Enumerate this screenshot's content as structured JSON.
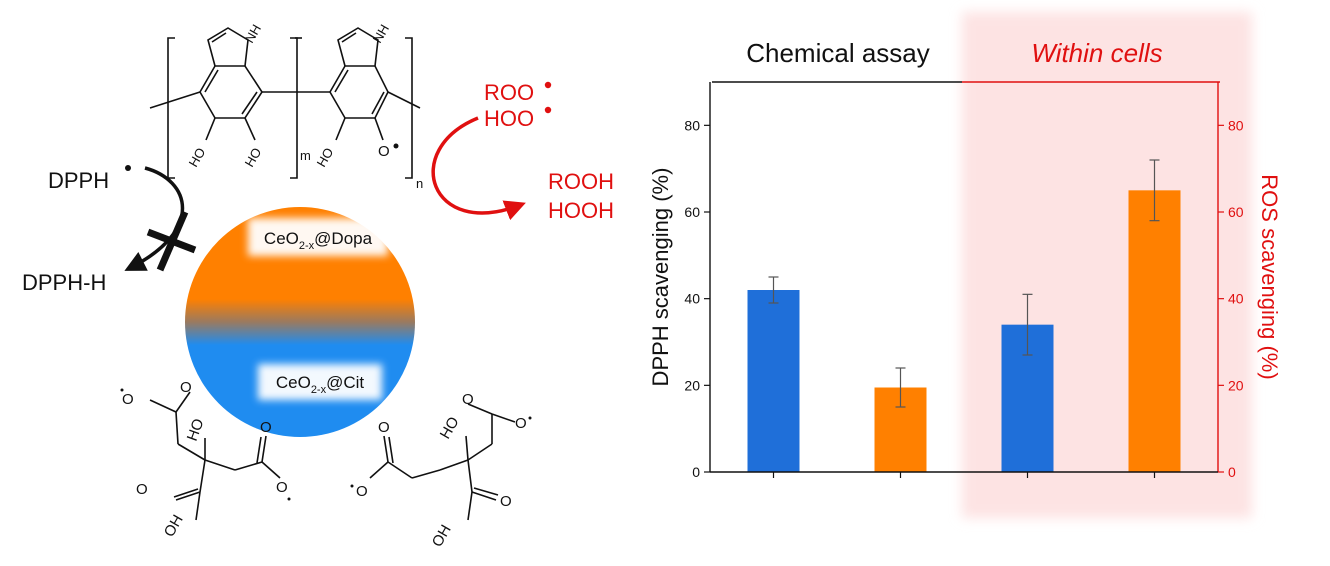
{
  "colors": {
    "orange": "#ff8000",
    "blue": "#1f6fd9",
    "red": "#e01010",
    "black": "#111111",
    "band": "#fde3e3"
  },
  "left": {
    "dpph_radical": "DPPH",
    "dpph_h": "DPPH-H",
    "roo": "ROO",
    "hoo": "HOO",
    "rooh": "ROOH",
    "hooh": "HOOH",
    "dopa_label": {
      "pre": "CeO",
      "sub": "2-x",
      "post": "@Dopa"
    },
    "cit_label": {
      "pre": "CeO",
      "sub": "2-x",
      "post": "@Cit"
    },
    "polymer": {
      "nh1": "NH",
      "nh2": "NH",
      "ho1": "HO",
      "ho2": "HO",
      "ho3": "HO",
      "o_rad": "O",
      "m": "m",
      "n": "n"
    },
    "citrate_left": {
      "o_top": "O",
      "o_minus_top": "O",
      "ho": "HO",
      "o_mid": "O",
      "oh": "OH",
      "o_right": "O",
      "o_minus_right": "O"
    },
    "citrate_right": {
      "o_top": "O",
      "o_minus_top": "O",
      "ho": "HO",
      "o_mid": "O",
      "oh": "OH",
      "o_left": "O",
      "o_minus_left": "O"
    }
  },
  "chart_data": {
    "type": "bar",
    "headers": [
      "Chemical assay",
      "Within cells"
    ],
    "ylabel_left": "DPPH scavenging (%)",
    "ylabel_right": "ROS scavenging (%)",
    "ylim": [
      0,
      90
    ],
    "yticks": [
      0,
      20,
      40,
      60,
      80
    ],
    "bars": [
      {
        "value": 42,
        "error": 3,
        "color": "#1f6fd9",
        "axis": "left"
      },
      {
        "value": 19.5,
        "error": 4.5,
        "color": "#ff8000",
        "axis": "left"
      },
      {
        "value": 34,
        "error": 7,
        "color": "#1f6fd9",
        "axis": "right"
      },
      {
        "value": 65,
        "error": 7,
        "color": "#ff8000",
        "axis": "right"
      }
    ]
  }
}
